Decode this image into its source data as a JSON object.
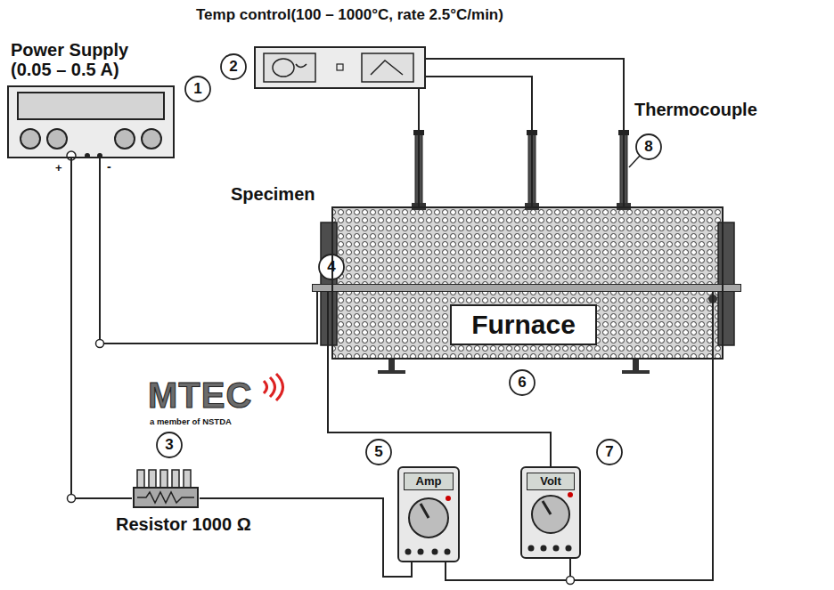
{
  "diagram": {
    "nodes": [
      {
        "text": [
          "Temp control(100 – 1000°C, rate 2.5°C/min)"
        ]
      },
      {
        "text": [
          "Power Supply (0.05 – 0.5 A)"
        ]
      },
      {
        "text": [
          "Specimen"
        ]
      },
      {
        "text": [
          "Furnace"
        ]
      },
      {
        "text": [
          "Resistor 1000 Ω"
        ]
      },
      {
        "text": [
          "Amp"
        ]
      },
      {
        "text": [
          "Volt"
        ]
      }
    ],
    "edges": [
      {
        "from": 0,
        "to": 3,
        "arrow": "none"
      },
      {
        "from": 0,
        "to": 3,
        "arrow": "none"
      },
      {
        "from": 0,
        "to": 3,
        "arrow": "none"
      },
      {
        "from": 1,
        "to": 4,
        "arrow": "none"
      },
      {
        "from": 4,
        "to": 5,
        "arrow": "none"
      },
      {
        "from": 5,
        "to": 2,
        "arrow": "none"
      },
      {
        "from": 6,
        "to": 2,
        "arrow": "none"
      },
      {
        "from": 6,
        "to": 2,
        "arrow": "none"
      },
      {
        "from": 1,
        "to": 2,
        "arrow": "none"
      }
    ],
    "labels": [
      "Thermocouple",
      "1",
      "2",
      "3",
      "4",
      "5",
      "6",
      "7",
      "8",
      "+",
      "-",
      "MTEC",
      "a member of NSTDA"
    ]
  }
}
